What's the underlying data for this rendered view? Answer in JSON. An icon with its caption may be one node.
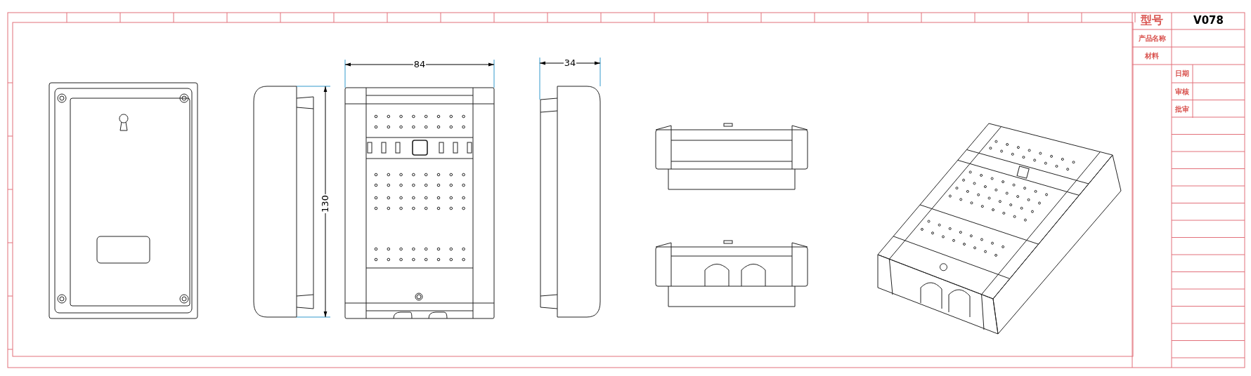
{
  "diagram": {
    "labels": [
      "84",
      "34",
      "130",
      "型号",
      "V078",
      "产品名称",
      "材料",
      "日期",
      "审核",
      "批审"
    ]
  }
}
